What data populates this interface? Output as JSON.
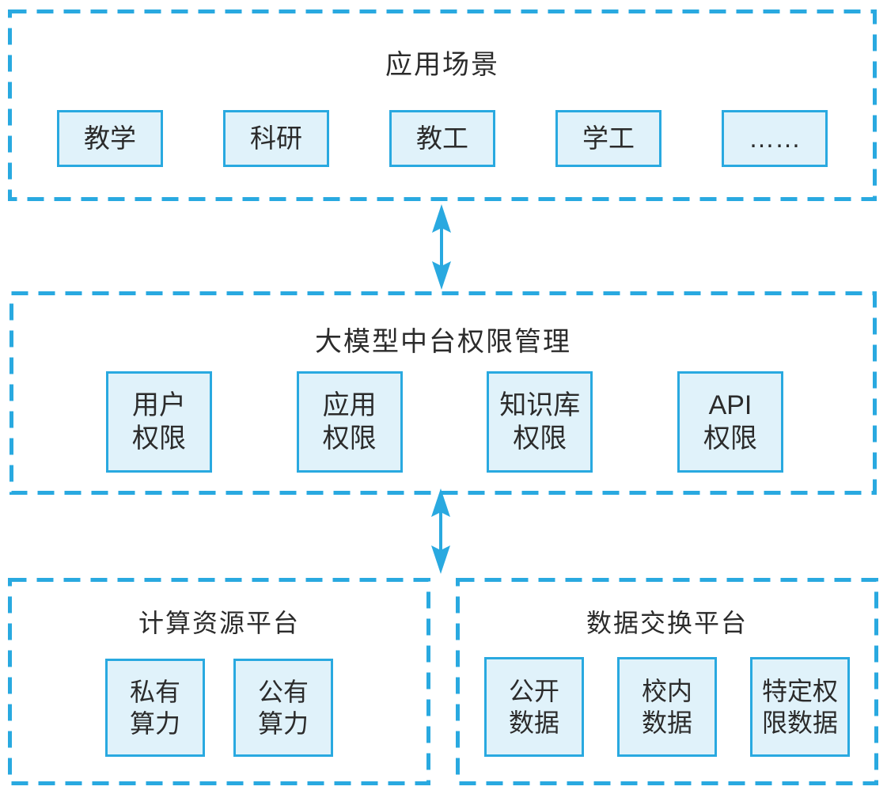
{
  "colors": {
    "accent": "#29a9e0",
    "box_fill": "#e0f2fa",
    "box_border": "#29a9e0",
    "text": "#2b2b2b",
    "background": "#ffffff"
  },
  "panels": {
    "app_scenarios": {
      "title": "应用场景",
      "items": [
        "教学",
        "科研",
        "教工",
        "学工",
        "……"
      ]
    },
    "permission_center": {
      "title": "大模型中台权限管理",
      "items": [
        "用户\n权限",
        "应用\n权限",
        "知识库\n权限",
        "API\n权限"
      ]
    },
    "computing_platform": {
      "title": "计算资源平台",
      "items": [
        "私有\n算力",
        "公有\n算力"
      ]
    },
    "data_exchange_platform": {
      "title": "数据交换平台",
      "items": [
        "公开\n数据",
        "校内\n数据",
        "特定权\n限数据"
      ]
    }
  },
  "connectors": {
    "top": "double-headed-vertical-arrow",
    "bottom": "double-headed-vertical-arrow"
  }
}
